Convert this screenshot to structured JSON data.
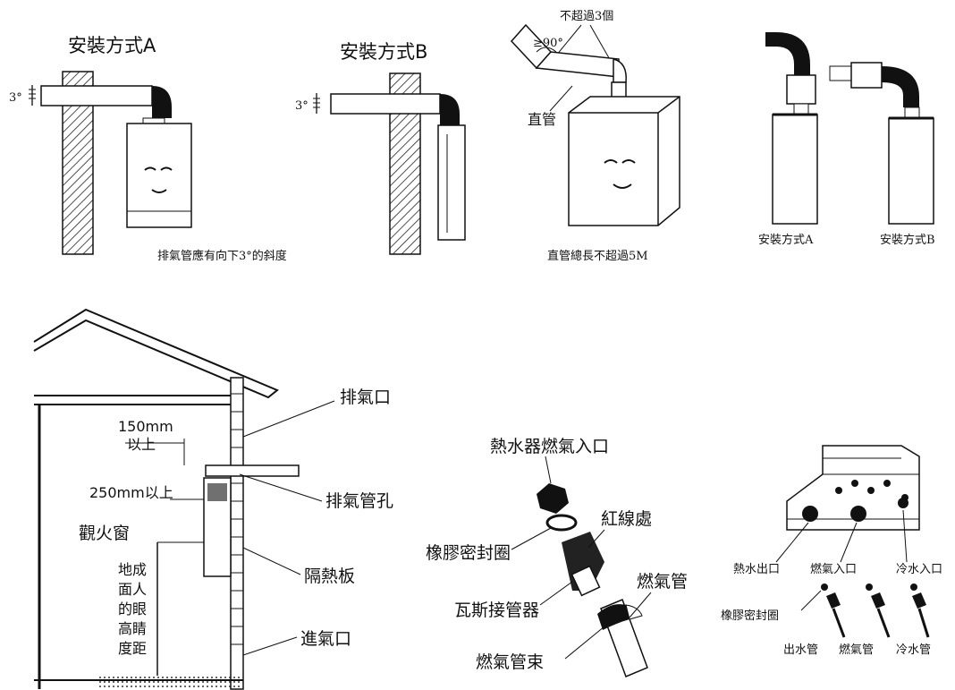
{
  "top_row": {
    "panel_a": {
      "title": "安裝方式A",
      "slope_label": "3°",
      "caption": "排氣管應有向下3°的斜度"
    },
    "panel_b": {
      "title": "安裝方式B",
      "slope_label": "3°"
    },
    "panel_c": {
      "elbow_limit": "不超過3個",
      "angle_label": "≥90°",
      "straight_pipe": "直管",
      "caption": "直管總長不超過5M"
    },
    "panel_d": {
      "label_a": "安裝方式A",
      "label_b": "安裝方式B"
    }
  },
  "house": {
    "exhaust_outlet": "排氣口",
    "clearance_top": "150mm",
    "clearance_top_suffix": "以上",
    "clearance_mid": "250mm以上",
    "flue_hole": "排氣管孔",
    "observation_window": "觀火窗",
    "height_text": [
      "地成",
      "面人",
      "的眼",
      "高睛",
      "度距"
    ],
    "insulation_board": "隔熱板",
    "air_inlet": "進氣口"
  },
  "gas_connector": {
    "heater_gas_inlet": "熱水器燃氣入口",
    "red_line": "紅線處",
    "rubber_seal": "橡膠密封圈",
    "gas_connector": "瓦斯接管器",
    "gas_pipe": "燃氣管",
    "gas_pipe_clamp": "燃氣管束"
  },
  "bottom_connections": {
    "hot_water_outlet": "熱水出口",
    "gas_inlet": "燃氣入口",
    "cold_water_inlet": "冷水入口",
    "rubber_seal": "橡膠密封圈",
    "outlet_pipe": "出水管",
    "gas_pipe": "燃氣管",
    "cold_pipe": "冷水管"
  }
}
